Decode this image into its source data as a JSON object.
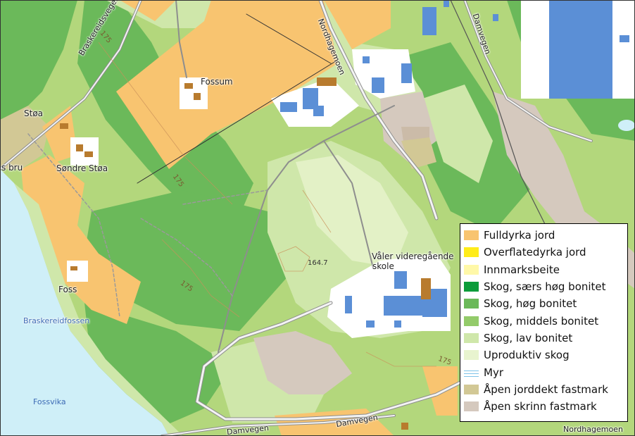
{
  "map": {
    "place_labels": {
      "fossum": "Fossum",
      "stoa": "Støa",
      "sondre_stoa": "Søndre Støa",
      "s_bru": "s bru",
      "foss": "Foss",
      "valer_line1": "Våler videregående",
      "valer_line2": "skole",
      "braskereidfossen": "Braskereidfossen",
      "fossvika": "Fossvika"
    },
    "road_labels": {
      "braskereidsvegen": "Braskereidsvegen",
      "nordhagemoen": "Nordhagemoen",
      "damvegen": "Damvegen",
      "damvegen_bottom_left": "Damvegen",
      "damvegen_bottom_mid": "Damvegen",
      "nordhagemoen_bottom": "Nordhagemoen"
    },
    "contour_labels": {
      "c175_a": "175",
      "c175_b": "175",
      "c175_c": "175",
      "c175_d": "175",
      "c164": "164.7"
    }
  },
  "legend": {
    "items": [
      {
        "label": "Fulldyrka jord",
        "color": "#f8c470"
      },
      {
        "label": "Overflatedyrka jord",
        "color": "#ffec1a"
      },
      {
        "label": "Innmarksbeite",
        "color": "#fff8a8"
      },
      {
        "label": "Skog, særs høg bonitet",
        "color": "#0c9c3a"
      },
      {
        "label": "Skog, høg bonitet",
        "color": "#6bb95a"
      },
      {
        "label": "Skog, middels bonitet",
        "color": "#93cb6a"
      },
      {
        "label": "Skog, lav bonitet",
        "color": "#cfe7aa"
      },
      {
        "label": "Uproduktiv skog",
        "color": "#e8f4cf"
      },
      {
        "label": "Myr",
        "color": "#7fc3e8"
      },
      {
        "label": "Åpen jorddekt fastmark",
        "color": "#d2c895"
      },
      {
        "label": "Åpen skrinn fastmark",
        "color": "#d5c9be"
      }
    ]
  },
  "colors": {
    "water": "#cfeff8",
    "building": "#5b8fd6",
    "farm_building": "#b87b2e",
    "road": "#8e8e8e"
  }
}
